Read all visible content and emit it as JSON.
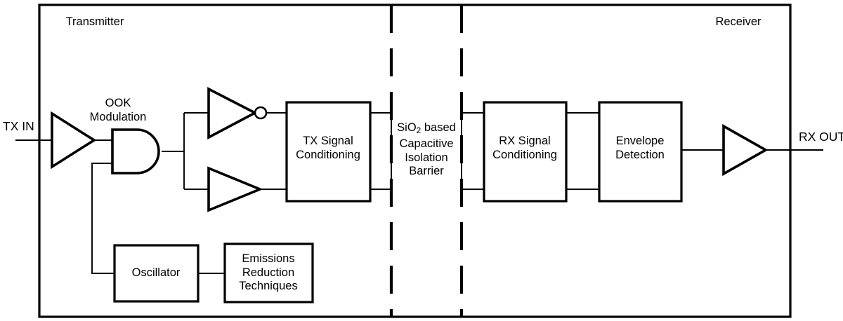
{
  "diagram": {
    "title_sections": {
      "transmitter": "Transmitter",
      "receiver": "Receiver"
    },
    "io": {
      "input_label": "TX IN",
      "output_label": "RX OUT"
    },
    "labels": {
      "ook_modulation": "OOK\nModulation",
      "tx_signal_conditioning": "TX Signal\nConditioning",
      "rx_signal_conditioning": "RX Signal\nConditioning",
      "envelope_detection": "Envelope\nDetection",
      "oscillator": "Oscillator",
      "emissions_reduction": "Emissions\nReduction\nTechniques"
    },
    "barrier": {
      "line1_pre": "SiO",
      "line1_sub": "2",
      "line1_post": " based",
      "line2": "Capacitive",
      "line3": "Isolation",
      "line4": "Barrier"
    },
    "colors": {
      "stroke": "#000000",
      "fill": "#ffffff",
      "text": "#000000"
    },
    "components": [
      {
        "name": "input-buffer",
        "type": "buffer"
      },
      {
        "name": "and-gate",
        "type": "and"
      },
      {
        "name": "inverter-top",
        "type": "inverter"
      },
      {
        "name": "buffer-bottom",
        "type": "buffer"
      },
      {
        "name": "tx-signal-conditioning",
        "type": "block"
      },
      {
        "name": "rx-signal-conditioning",
        "type": "block"
      },
      {
        "name": "envelope-detection",
        "type": "block"
      },
      {
        "name": "output-buffer",
        "type": "buffer"
      },
      {
        "name": "oscillator",
        "type": "block"
      },
      {
        "name": "emissions-reduction-techniques",
        "type": "block"
      }
    ]
  }
}
